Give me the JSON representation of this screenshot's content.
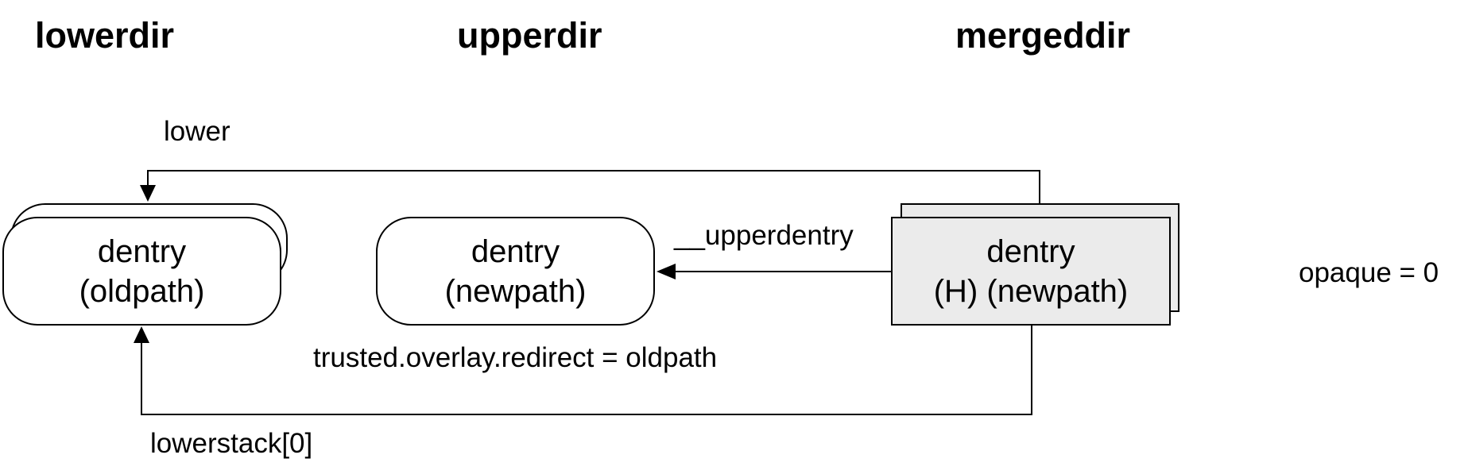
{
  "columns": {
    "lower": "lowerdir",
    "upper": "upperdir",
    "merged": "mergeddir"
  },
  "nodes": {
    "lower_dentry": {
      "line1": "dentry",
      "line2": "(oldpath)"
    },
    "upper_dentry": {
      "line1": "dentry",
      "line2": "(newpath)"
    },
    "merged_dentry": {
      "line1": "dentry",
      "line2": "(H) (newpath)"
    }
  },
  "edges": {
    "lower": "lower",
    "upperdentry": "__upperdentry",
    "lowerstack": "lowerstack[0]"
  },
  "annotations": {
    "redirect": "trusted.overlay.redirect = oldpath",
    "opaque": "opaque = 0"
  },
  "colors": {
    "stroke": "#000000",
    "merged_fill": "#ebebeb",
    "node_fill": "#ffffff"
  }
}
